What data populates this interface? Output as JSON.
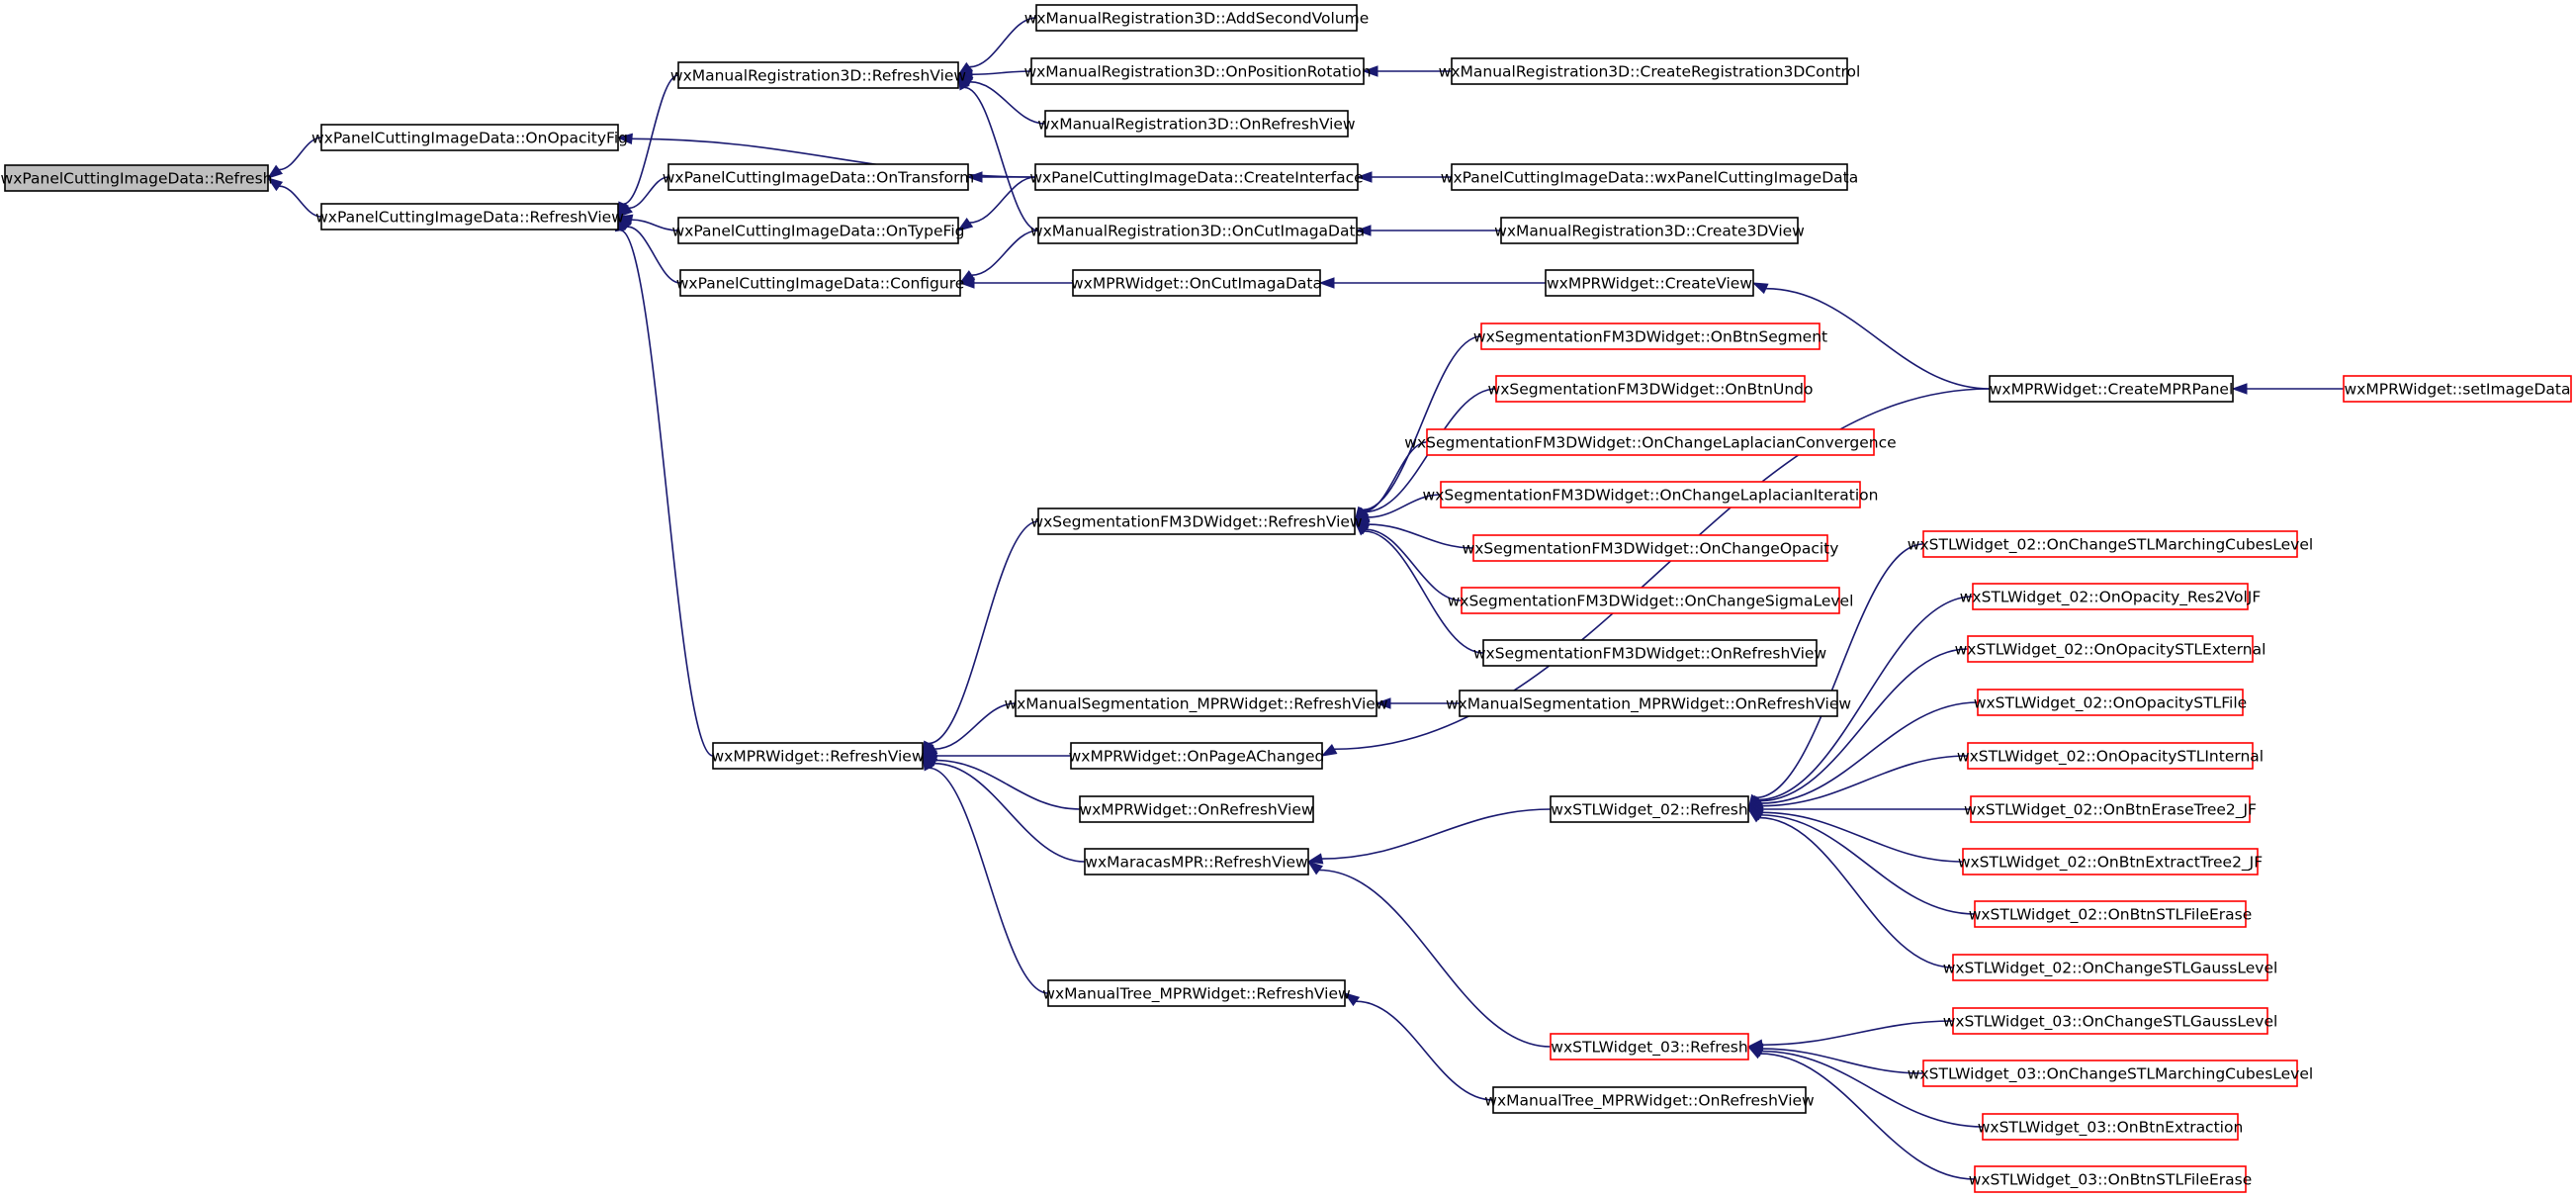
{
  "diagram": {
    "colors": {
      "edge": "#191970",
      "node_border_normal": "#000000",
      "node_border_truncated": "#ff0000",
      "node_fill": "#ffffff",
      "root_fill": "#bfbfbf"
    },
    "nodes": [
      {
        "id": "n0",
        "label": "wxPanelCuttingImageData::Refresh",
        "style": "root"
      },
      {
        "id": "n1",
        "label": "wxPanelCuttingImageData::OnOpacityFig",
        "style": "normal"
      },
      {
        "id": "n2",
        "label": "wxPanelCuttingImageData::RefreshView",
        "style": "normal"
      },
      {
        "id": "n3",
        "label": "wxManualRegistration3D::RefreshView",
        "style": "normal"
      },
      {
        "id": "n4",
        "label": "wxPanelCuttingImageData::OnTransform",
        "style": "normal"
      },
      {
        "id": "n5",
        "label": "wxPanelCuttingImageData::OnTypeFig",
        "style": "normal"
      },
      {
        "id": "n6",
        "label": "wxPanelCuttingImageData::Configure",
        "style": "normal"
      },
      {
        "id": "n7",
        "label": "wxMPRWidget::RefreshView",
        "style": "normal"
      },
      {
        "id": "n8",
        "label": "wxManualRegistration3D::AddSecondVolume",
        "style": "normal"
      },
      {
        "id": "n9",
        "label": "wxManualRegistration3D::OnPositionRotation",
        "style": "normal"
      },
      {
        "id": "n10",
        "label": "wxManualRegistration3D::OnRefreshView",
        "style": "normal"
      },
      {
        "id": "n11",
        "label": "wxPanelCuttingImageData::CreateInterface",
        "style": "normal"
      },
      {
        "id": "n12",
        "label": "wxManualRegistration3D::OnCutImagaData",
        "style": "normal"
      },
      {
        "id": "n13",
        "label": "wxMPRWidget::OnCutImagaData",
        "style": "normal"
      },
      {
        "id": "n14",
        "label": "wxSegmentationFM3DWidget::RefreshView",
        "style": "normal"
      },
      {
        "id": "n15",
        "label": "wxManualSegmentation_MPRWidget::RefreshView",
        "style": "normal"
      },
      {
        "id": "n16",
        "label": "wxMPRWidget::OnPageAChanged",
        "style": "normal"
      },
      {
        "id": "n17",
        "label": "wxMPRWidget::OnRefreshView",
        "style": "normal"
      },
      {
        "id": "n18",
        "label": "wxMaracasMPR::RefreshView",
        "style": "normal"
      },
      {
        "id": "n19",
        "label": "wxManualTree_MPRWidget::RefreshView",
        "style": "normal"
      },
      {
        "id": "n20",
        "label": "wxManualRegistration3D::CreateRegistration3DControl",
        "style": "normal"
      },
      {
        "id": "n21",
        "label": "wxPanelCuttingImageData::wxPanelCuttingImageData",
        "style": "normal"
      },
      {
        "id": "n22",
        "label": "wxManualRegistration3D::Create3DView",
        "style": "normal"
      },
      {
        "id": "n23",
        "label": "wxMPRWidget::CreateView",
        "style": "normal"
      },
      {
        "id": "n24",
        "label": "wxSegmentationFM3DWidget::OnBtnSegment",
        "style": "truncated"
      },
      {
        "id": "n25",
        "label": "wxSegmentationFM3DWidget::OnBtnUndo",
        "style": "truncated"
      },
      {
        "id": "n26",
        "label": "wxSegmentationFM3DWidget::OnChangeLaplacianConvergence",
        "style": "truncated"
      },
      {
        "id": "n27",
        "label": "wxSegmentationFM3DWidget::OnChangeLaplacianIteration",
        "style": "truncated"
      },
      {
        "id": "n28",
        "label": "wxSegmentationFM3DWidget::OnChangeOpacity",
        "style": "truncated"
      },
      {
        "id": "n29",
        "label": "wxSegmentationFM3DWidget::OnChangeSigmaLevel",
        "style": "truncated"
      },
      {
        "id": "n30",
        "label": "wxSegmentationFM3DWidget::OnRefreshView",
        "style": "normal"
      },
      {
        "id": "n31",
        "label": "wxManualSegmentation_MPRWidget::OnRefreshView",
        "style": "normal"
      },
      {
        "id": "n32",
        "label": "wxSTLWidget_02::Refresh",
        "style": "normal"
      },
      {
        "id": "n33",
        "label": "wxSTLWidget_03::Refresh",
        "style": "truncated"
      },
      {
        "id": "n34",
        "label": "wxManualTree_MPRWidget::OnRefreshView",
        "style": "normal"
      },
      {
        "id": "n35",
        "label": "wxMPRWidget::CreateMPRPanel",
        "style": "normal"
      },
      {
        "id": "n36",
        "label": "wxMPRWidget::setImageData",
        "style": "truncated"
      },
      {
        "id": "n37",
        "label": "wxSTLWidget_02::OnChangeSTLMarchingCubesLevel",
        "style": "truncated"
      },
      {
        "id": "n38",
        "label": "wxSTLWidget_02::OnOpacity_Res2VolJF",
        "style": "truncated"
      },
      {
        "id": "n39",
        "label": "wxSTLWidget_02::OnOpacitySTLExternal",
        "style": "truncated"
      },
      {
        "id": "n40",
        "label": "wxSTLWidget_02::OnOpacitySTLFile",
        "style": "truncated"
      },
      {
        "id": "n41",
        "label": "wxSTLWidget_02::OnOpacitySTLInternal",
        "style": "truncated"
      },
      {
        "id": "n42",
        "label": "wxSTLWidget_02::OnBtnEraseTree2_JF",
        "style": "truncated"
      },
      {
        "id": "n43",
        "label": "wxSTLWidget_02::OnBtnExtractTree2_JF",
        "style": "truncated"
      },
      {
        "id": "n44",
        "label": "wxSTLWidget_02::OnBtnSTLFileErase",
        "style": "truncated"
      },
      {
        "id": "n45",
        "label": "wxSTLWidget_02::OnChangeSTLGaussLevel",
        "style": "truncated"
      },
      {
        "id": "n46",
        "label": "wxSTLWidget_03::OnChangeSTLGaussLevel",
        "style": "truncated"
      },
      {
        "id": "n47",
        "label": "wxSTLWidget_03::OnChangeSTLMarchingCubesLevel",
        "style": "truncated"
      },
      {
        "id": "n48",
        "label": "wxSTLWidget_03::OnBtnExtraction",
        "style": "truncated"
      },
      {
        "id": "n49",
        "label": "wxSTLWidget_03::OnBtnSTLFileErase",
        "style": "truncated"
      }
    ],
    "edges": [
      [
        "n0",
        "n1"
      ],
      [
        "n0",
        "n2"
      ],
      [
        "n1",
        "n11"
      ],
      [
        "n2",
        "n3"
      ],
      [
        "n2",
        "n4"
      ],
      [
        "n2",
        "n5"
      ],
      [
        "n2",
        "n6"
      ],
      [
        "n2",
        "n7"
      ],
      [
        "n3",
        "n8"
      ],
      [
        "n3",
        "n9"
      ],
      [
        "n3",
        "n10"
      ],
      [
        "n3",
        "n12"
      ],
      [
        "n4",
        "n11"
      ],
      [
        "n5",
        "n11"
      ],
      [
        "n6",
        "n12"
      ],
      [
        "n6",
        "n13"
      ],
      [
        "n7",
        "n14"
      ],
      [
        "n7",
        "n15"
      ],
      [
        "n7",
        "n16"
      ],
      [
        "n7",
        "n17"
      ],
      [
        "n7",
        "n18"
      ],
      [
        "n7",
        "n19"
      ],
      [
        "n9",
        "n20"
      ],
      [
        "n11",
        "n21"
      ],
      [
        "n12",
        "n22"
      ],
      [
        "n13",
        "n23"
      ],
      [
        "n14",
        "n24"
      ],
      [
        "n14",
        "n25"
      ],
      [
        "n14",
        "n26"
      ],
      [
        "n14",
        "n27"
      ],
      [
        "n14",
        "n28"
      ],
      [
        "n14",
        "n29"
      ],
      [
        "n14",
        "n30"
      ],
      [
        "n15",
        "n31"
      ],
      [
        "n16",
        "n35"
      ],
      [
        "n18",
        "n32"
      ],
      [
        "n18",
        "n33"
      ],
      [
        "n19",
        "n34"
      ],
      [
        "n23",
        "n35"
      ],
      [
        "n35",
        "n36"
      ],
      [
        "n32",
        "n37"
      ],
      [
        "n32",
        "n38"
      ],
      [
        "n32",
        "n39"
      ],
      [
        "n32",
        "n40"
      ],
      [
        "n32",
        "n41"
      ],
      [
        "n32",
        "n42"
      ],
      [
        "n32",
        "n43"
      ],
      [
        "n32",
        "n44"
      ],
      [
        "n32",
        "n45"
      ],
      [
        "n33",
        "n46"
      ],
      [
        "n33",
        "n47"
      ],
      [
        "n33",
        "n48"
      ],
      [
        "n33",
        "n49"
      ]
    ]
  }
}
